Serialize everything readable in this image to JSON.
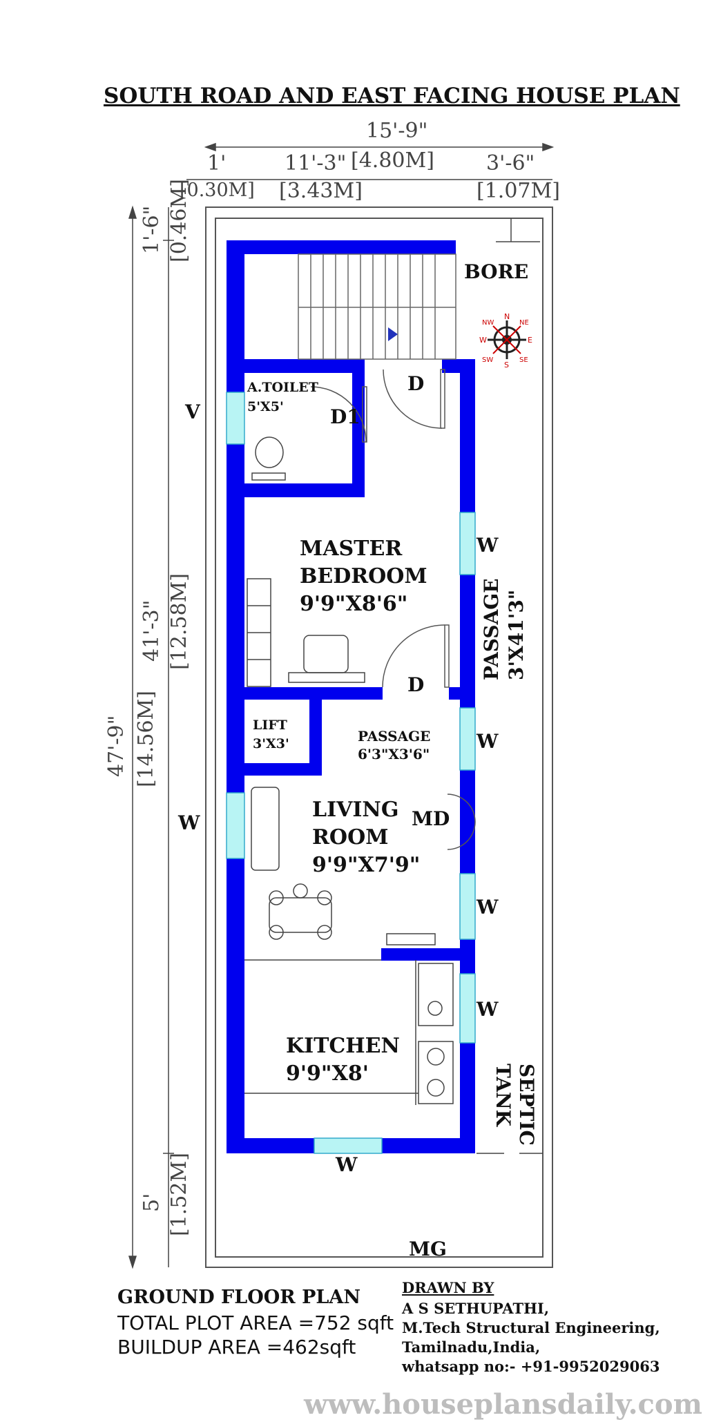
{
  "title": "SOUTH ROAD AND EAST FACING HOUSE PLAN",
  "dimensions": {
    "total_width": "15'-9\"",
    "width_parts": [
      {
        "imperial": "1'",
        "metric": "[0.30M]"
      },
      {
        "imperial": "11'-3\"",
        "metric": "[3.43M]"
      },
      {
        "imperial": "3'-6\"",
        "metric": "[1.07M]"
      }
    ],
    "width_metric_total": "[4.80M]",
    "total_depth": "47'-9\"",
    "total_depth_metric": "[14.56M]",
    "top_setback": "1'-6\"",
    "top_setback_metric": "[0.46M]",
    "house_depth": "41'-3\"",
    "house_depth_metric": "[12.58M]",
    "bottom_setback": "5'",
    "bottom_setback_metric": "[1.52M]"
  },
  "rooms": {
    "bore": "BORE",
    "toilet_name": "A.TOILET",
    "toilet_size": "5'X5'",
    "door_d1": "D1",
    "door_d_top": "D",
    "master_line1": "MASTER",
    "master_line2": "BEDROOM",
    "master_size": "9'9\"X8'6\"",
    "door_d_bed": "D",
    "lift_name": "LIFT",
    "lift_size": "3'X3'",
    "passage_name": "PASSAGE",
    "passage_size": "6'3\"X3'6\"",
    "living_line1": "LIVING",
    "living_line2": "ROOM",
    "living_size": "9'9\"X7'9\"",
    "main_door": "MD",
    "kitchen_name": "KITCHEN",
    "kitchen_size": "9'9\"X8'",
    "side_passage": "PASSAGE",
    "side_passage_size": "3'X41'3\"",
    "septic_line1": "SEPTIC",
    "septic_line2": "TANK",
    "main_gate": "MG"
  },
  "windows": {
    "ventilator": "V",
    "w_left": "W",
    "w_bed": "W",
    "w_passage": "W",
    "w_living": "W",
    "w_kitchen": "W",
    "w_bottom": "W"
  },
  "compass": {
    "n": "N",
    "s": "S",
    "e": "E",
    "w": "W",
    "ne": "NE",
    "nw": "NW",
    "se": "SE",
    "sw": "SW"
  },
  "footer": {
    "plan_name": "GROUND FLOOR PLAN",
    "plot_area": "TOTAL PLOT AREA =752 sqft",
    "buildup_area": "BUILDUP AREA =462sqft",
    "drawn_by": "DRAWN BY",
    "author": "A S SETHUPATHI,",
    "degree": "M.Tech Structural Engineering,",
    "place": "Tamilnadu,India,",
    "whatsapp": "whatsapp no:- +91-9952029063"
  },
  "website": "www.houseplansdaily.com",
  "colors": {
    "wall": "#0000ee",
    "window": "#b8f4f4",
    "dim_line": "#444444"
  }
}
